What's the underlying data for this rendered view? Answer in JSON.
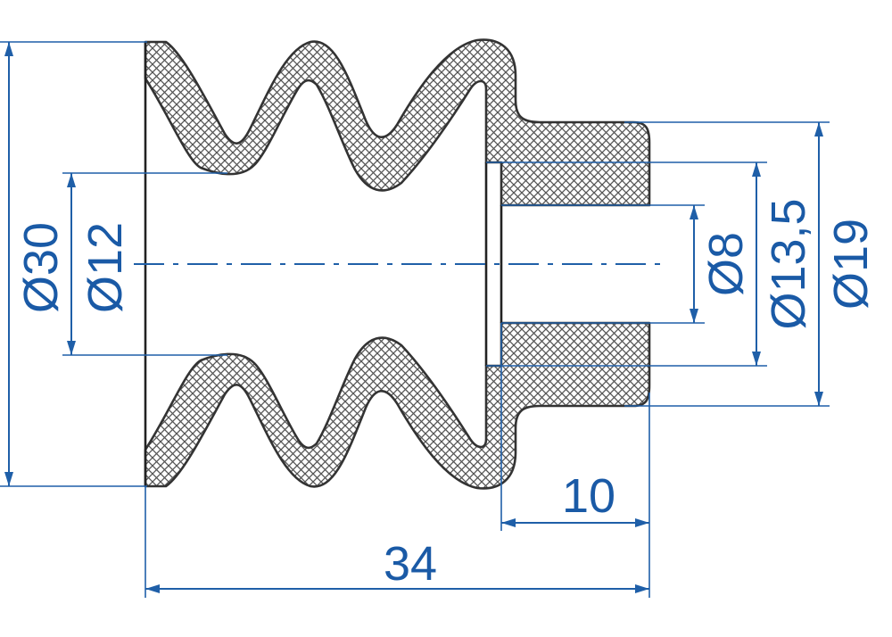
{
  "drawing": {
    "type": "cross-section",
    "line_color": "#1f5fa8",
    "text_color": "#1a5aa6",
    "outline_color": "#333333",
    "hatch_color": "#555555"
  },
  "dimensions": {
    "outer_diameter": "Ø30",
    "inner_bore": "Ø12",
    "small_bore": "Ø8",
    "neck_inner": "Ø13,5",
    "neck_outer": "Ø19",
    "neck_length": "10",
    "total_length": "34"
  }
}
